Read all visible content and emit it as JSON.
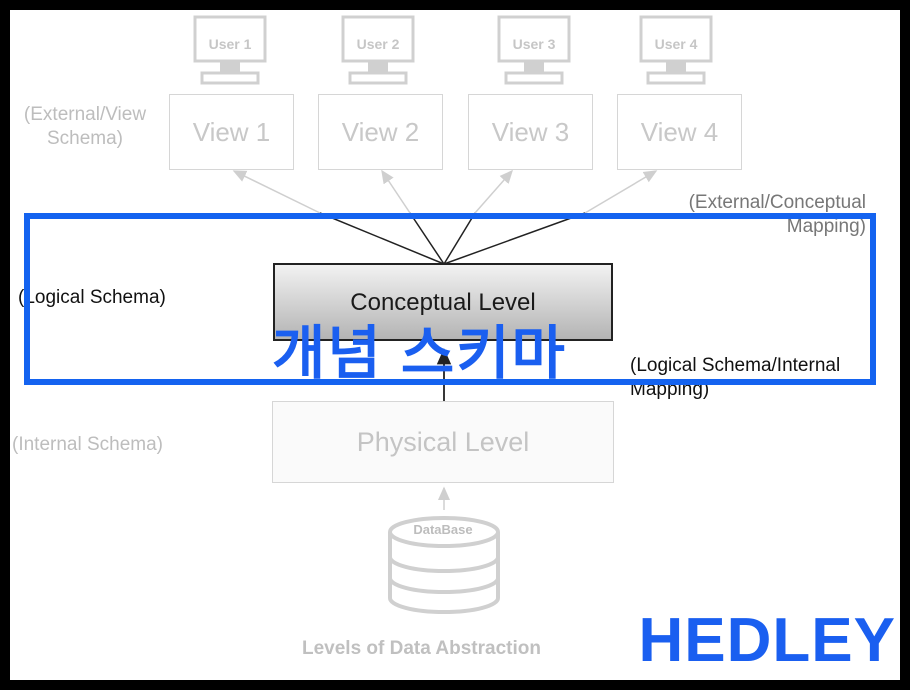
{
  "users": [
    "User 1",
    "User 2",
    "User 3",
    "User 4"
  ],
  "views": [
    "View 1",
    "View 2",
    "View 3",
    "View 4"
  ],
  "labels": {
    "external_view_schema": "(External/View\nSchema)",
    "external_conceptual_mapping": "(External/Conceptual\nMapping)",
    "logical_schema": "(Logical Schema)",
    "logical_internal_mapping": "(Logical Schema/Internal\nMapping)",
    "internal_schema": "(Internal Schema)"
  },
  "levels": {
    "conceptual": "Conceptual Level",
    "physical": "Physical Level"
  },
  "database_label": "DataBase",
  "caption": "Levels of Data Abstraction",
  "overlay": {
    "korean_title": "개념 스키마",
    "brand": "HEDLEY",
    "accent_color": "#1463f0"
  }
}
